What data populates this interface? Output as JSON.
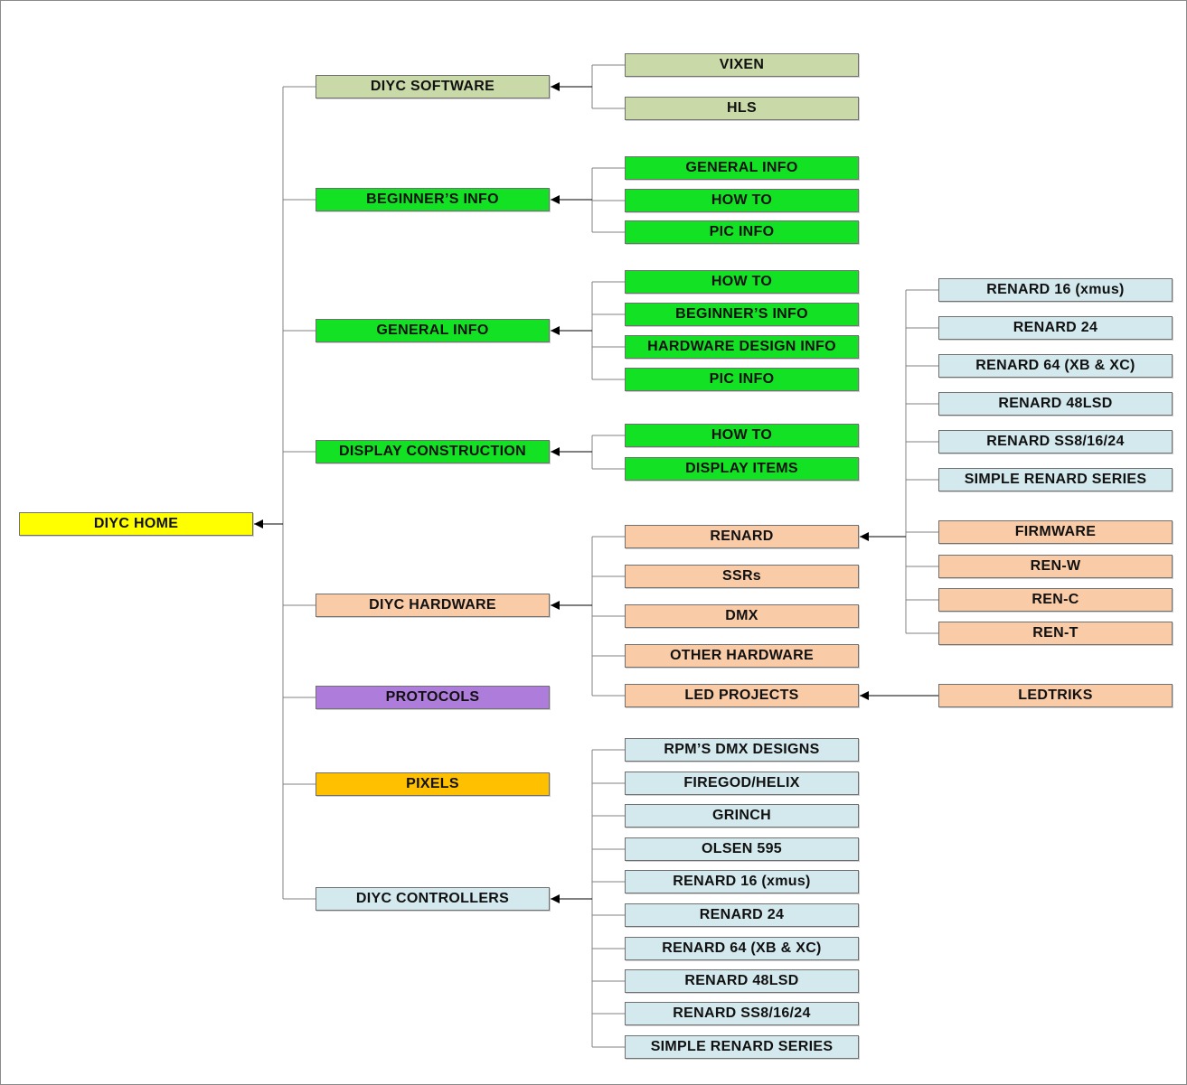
{
  "colors": {
    "home": "#ffff00",
    "software": "#cad9a8",
    "info": "#12e223",
    "hardware": "#f9cba7",
    "protocols": "#ae7ddc",
    "pixels": "#ffc000",
    "controllers": "#d3e9ee",
    "line": "#808080",
    "arrow": "#000000"
  },
  "diagram": {
    "root": {
      "label": "DIYC HOME"
    },
    "software": {
      "label": "DIYC SOFTWARE",
      "children": [
        "VIXEN",
        "HLS"
      ]
    },
    "beginners": {
      "label": "BEGINNER’S INFO",
      "children": [
        "GENERAL INFO",
        "HOW TO",
        "PIC INFO"
      ]
    },
    "general": {
      "label": "GENERAL INFO",
      "children": [
        "HOW TO",
        "BEGINNER’S INFO",
        "HARDWARE DESIGN INFO",
        "PIC INFO"
      ]
    },
    "display": {
      "label": "DISPLAY CONSTRUCTION",
      "children": [
        "HOW TO",
        "DISPLAY ITEMS"
      ]
    },
    "hardware": {
      "label": "DIYC HARDWARE",
      "children": [
        "RENARD",
        "SSRs",
        "DMX",
        "OTHER HARDWARE",
        "LED PROJECTS"
      ]
    },
    "renard": {
      "children": [
        "RENARD 16 (xmus)",
        "RENARD 24",
        "RENARD 64 (XB & XC)",
        "RENARD 48LSD",
        "RENARD SS8/16/24",
        "SIMPLE RENARD SERIES",
        "FIRMWARE",
        "REN-W",
        "REN-C",
        "REN-T"
      ]
    },
    "led": {
      "children": [
        "LEDTRIKS"
      ]
    },
    "protocols": {
      "label": "PROTOCOLS"
    },
    "pixels": {
      "label": "PIXELS"
    },
    "controllers": {
      "label": "DIYC CONTROLLERS",
      "children": [
        "RPM’S DMX DESIGNS",
        "FIREGOD/HELIX",
        "GRINCH",
        "OLSEN 595",
        "RENARD 16 (xmus)",
        "RENARD 24",
        "RENARD 64 (XB & XC)",
        "RENARD 48LSD",
        "RENARD SS8/16/24",
        "SIMPLE RENARD SERIES"
      ]
    }
  }
}
